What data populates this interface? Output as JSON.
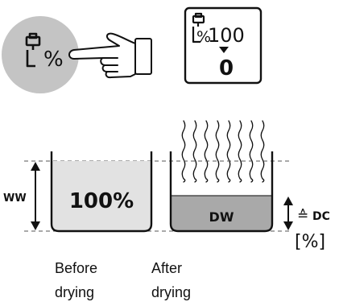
{
  "icons": {
    "mode_key": "weight-percent-mode-icon",
    "hand": "pointing-hand-icon",
    "display_symbol": "weight-percent-symbol-icon",
    "display_arrow": "down-arrow-icon",
    "steam": "vapor-lines-icon"
  },
  "display": {
    "top_value": "100",
    "bottom_value": "0",
    "percent_glyph": "%"
  },
  "key_glyph": "%",
  "beaker_before": {
    "content_label": "100%"
  },
  "beaker_after": {
    "content_label": "DW"
  },
  "labels": {
    "ww": "WW",
    "dc_equiv": "≙",
    "dc": "DC",
    "dc_unit": "[%]",
    "before_line1": "Before",
    "before_line2": "drying",
    "after_line1": "After",
    "after_line2": "drying"
  },
  "colors": {
    "key_circle": "#c4c4c4",
    "liquid_before": "#e2e2e2",
    "liquid_after": "#a9a9a9",
    "line": "#1a1a1a"
  }
}
